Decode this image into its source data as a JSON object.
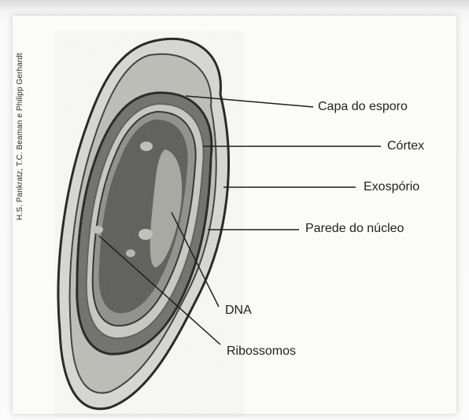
{
  "credit": "H.S. Pankratz, T.C. Beaman e Philipp Gerhardt",
  "labels": {
    "capa": "Capa do esporo",
    "cortex": "Córtex",
    "exosporio": "Exospório",
    "parede": "Parede do núcleo",
    "dna": "DNA",
    "ribossomos": "Ribossomos"
  }
}
